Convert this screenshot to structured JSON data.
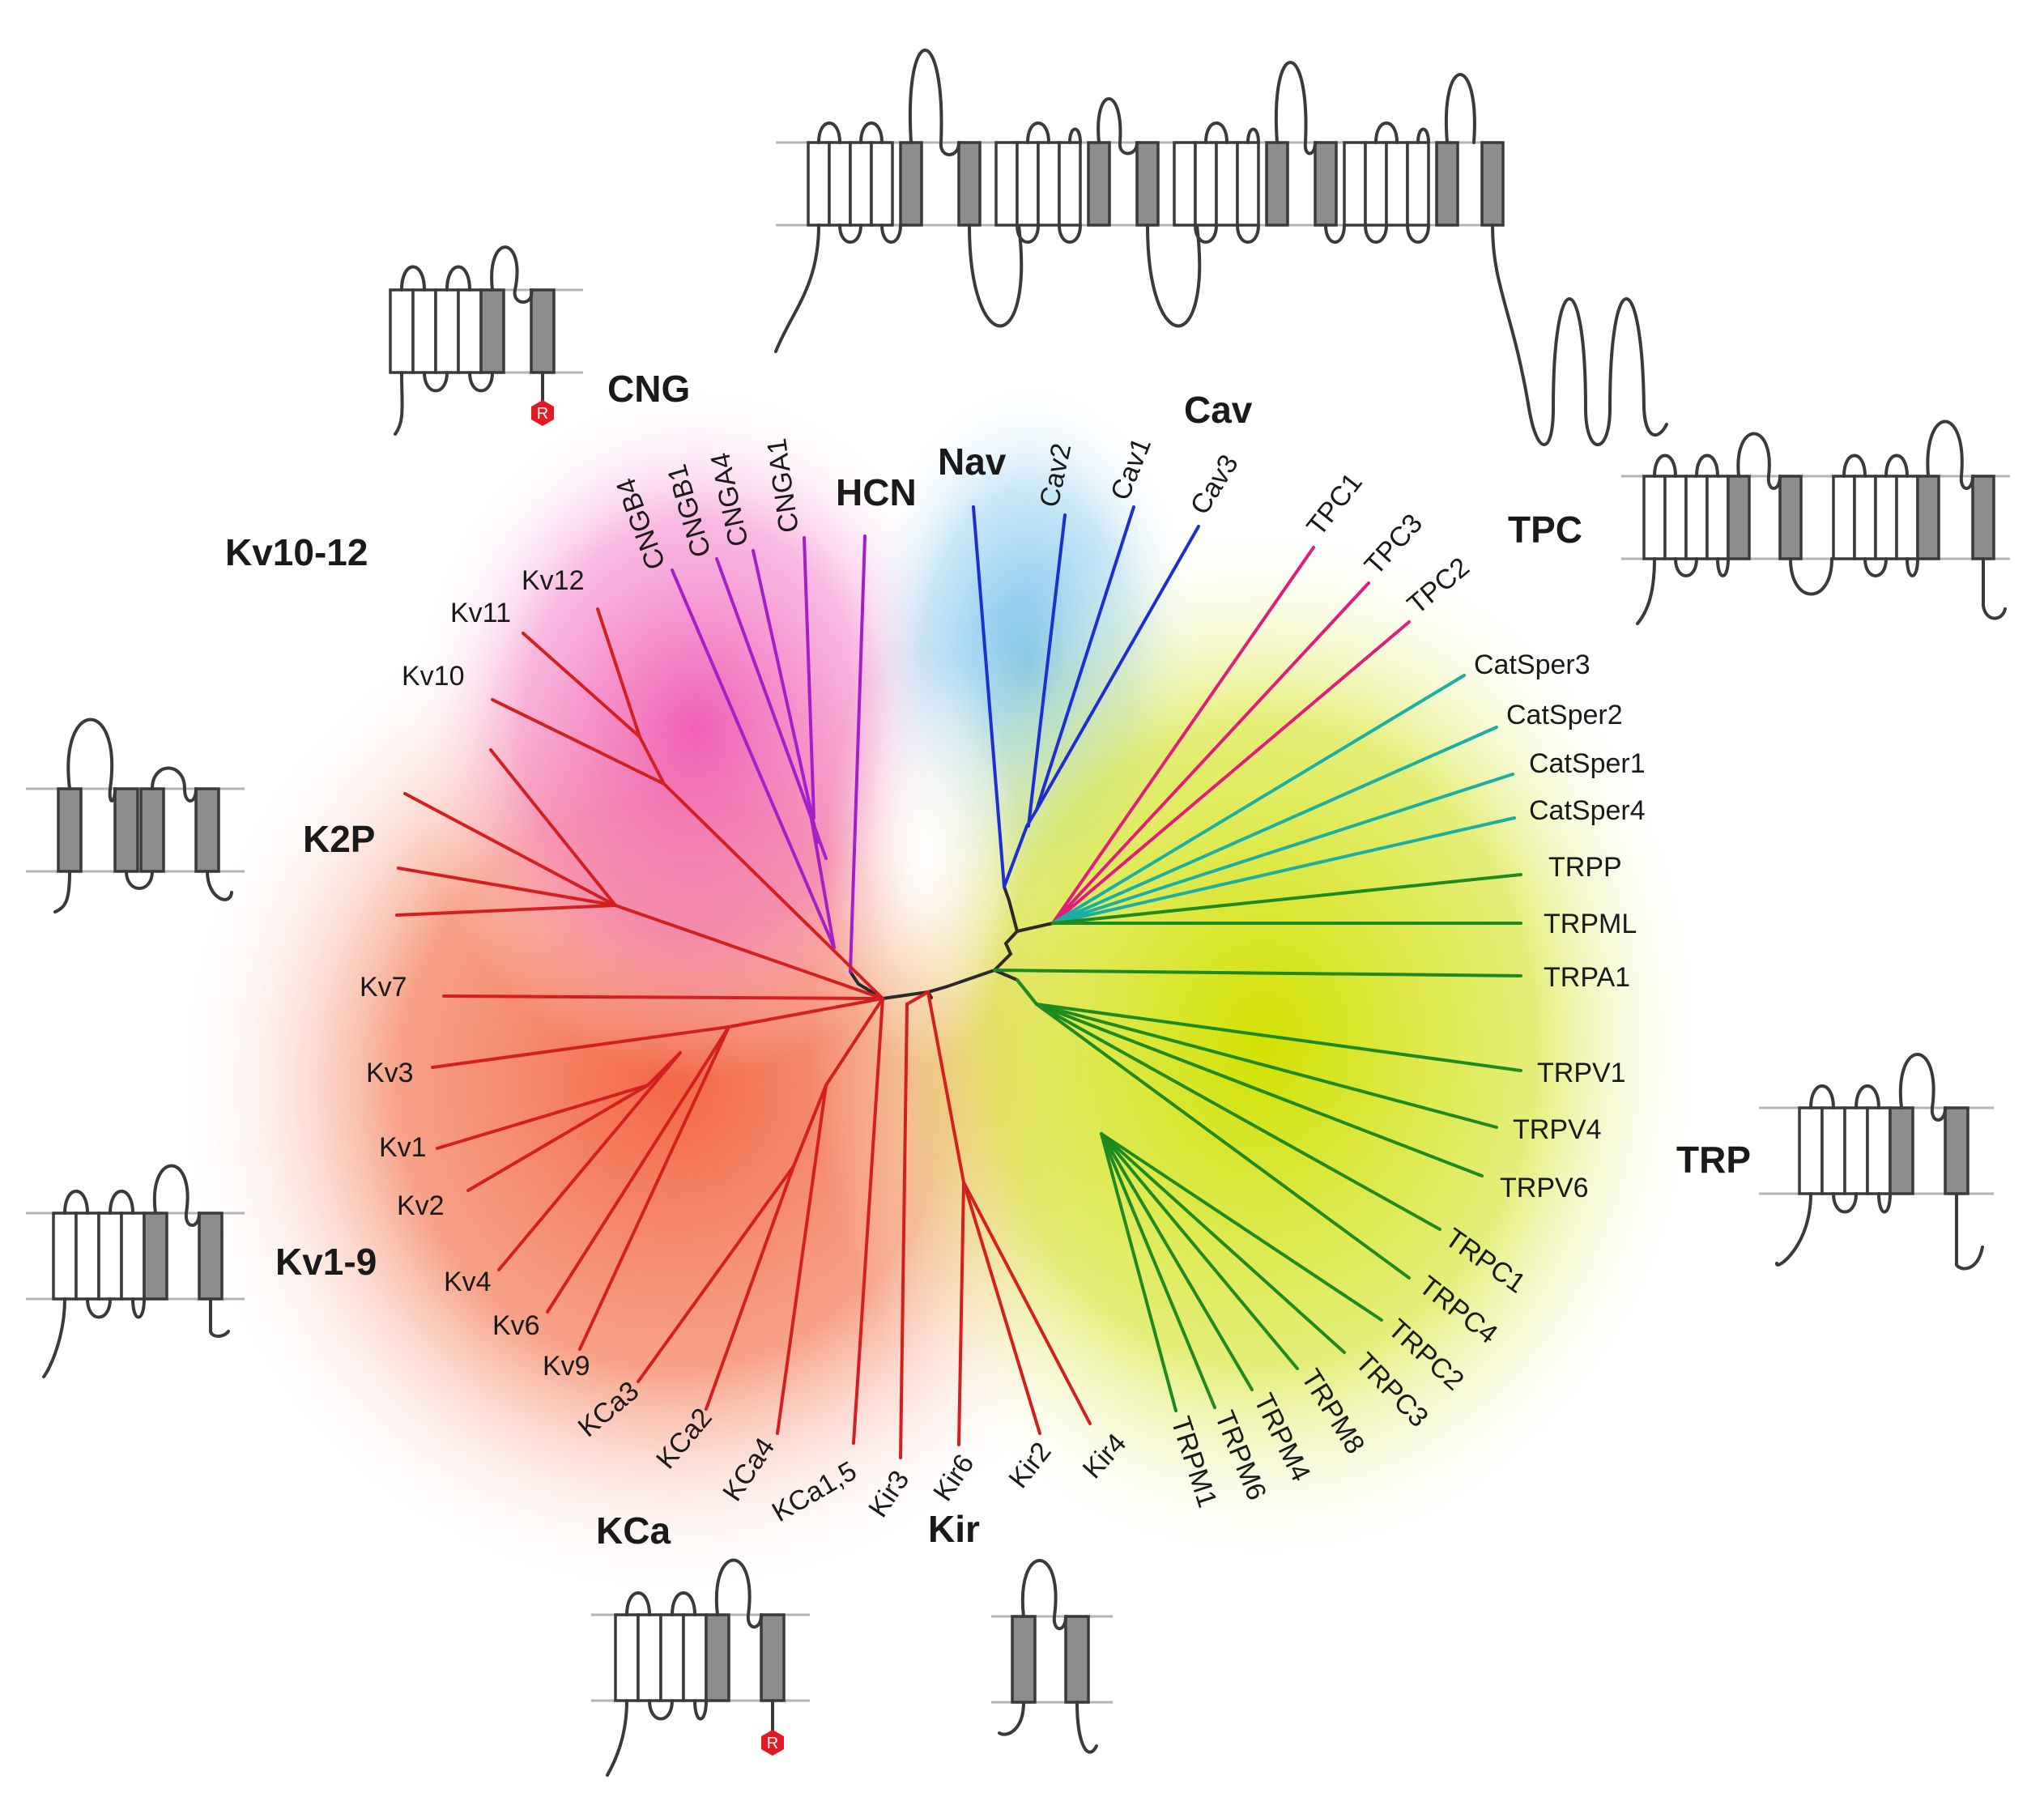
{
  "colors": {
    "kv": "#d41f1f",
    "cng": "#a51fc8",
    "cav": "#1c2fd0",
    "tpc": "#e01d78",
    "catsper": "#1aaea4",
    "trp": "#1f8a1f",
    "trunk": "#2a2a2a",
    "bg_red": "#f2603c",
    "bg_pink": "#f05ab4",
    "bg_blue": "#5ab4e6",
    "bg_yellow": "#d2e100"
  },
  "families": {
    "cng": "CNG",
    "hcn": "HCN",
    "nav": "Nav",
    "cav": "Cav",
    "tpc": "TPC",
    "kv10_12": "Kv10-12",
    "k2p": "K2P",
    "kv1_9": "Kv1-9",
    "kca": "KCa",
    "kir": "Kir",
    "trp": "TRP"
  },
  "leaves": {
    "cngb4": "CNGB4",
    "cngb1": "CNGB1",
    "cnga4": "CNGA4",
    "cnga1": "CNGA1",
    "cav2": "Cav2",
    "cav1": "Cav1",
    "cav3": "Cav3",
    "tpc1": "TPC1",
    "tpc3": "TPC3",
    "tpc2": "TPC2",
    "catsper3": "CatSper3",
    "catsper2": "CatSper2",
    "catsper1": "CatSper1",
    "catsper4": "CatSper4",
    "trpp": "TRPP",
    "trpml": "TRPML",
    "trpa1": "TRPA1",
    "trpv1": "TRPV1",
    "trpv4": "TRPV4",
    "trpv6": "TRPV6",
    "trpc1": "TRPC1",
    "trpc4": "TRPC4",
    "trpc2": "TRPC2",
    "trpc3": "TRPC3",
    "trpm8": "TRPM8",
    "trpm4": "TRPM4",
    "trpm6": "TRPM6",
    "trpm1": "TRPM1",
    "kv12": "Kv12",
    "kv11": "Kv11",
    "kv10": "Kv10",
    "kv7": "Kv7",
    "kv3": "Kv3",
    "kv1": "Kv1",
    "kv2": "Kv2",
    "kv4": "Kv4",
    "kv6": "Kv6",
    "kv9": "Kv9",
    "kca3": "KCa3",
    "kca2": "KCa2",
    "kca4": "KCa4",
    "kca15": "KCa1,5",
    "kir3": "Kir3",
    "kir6": "Kir6",
    "kir2": "Kir2",
    "kir4": "Kir4"
  },
  "regulator_symbol": "R"
}
